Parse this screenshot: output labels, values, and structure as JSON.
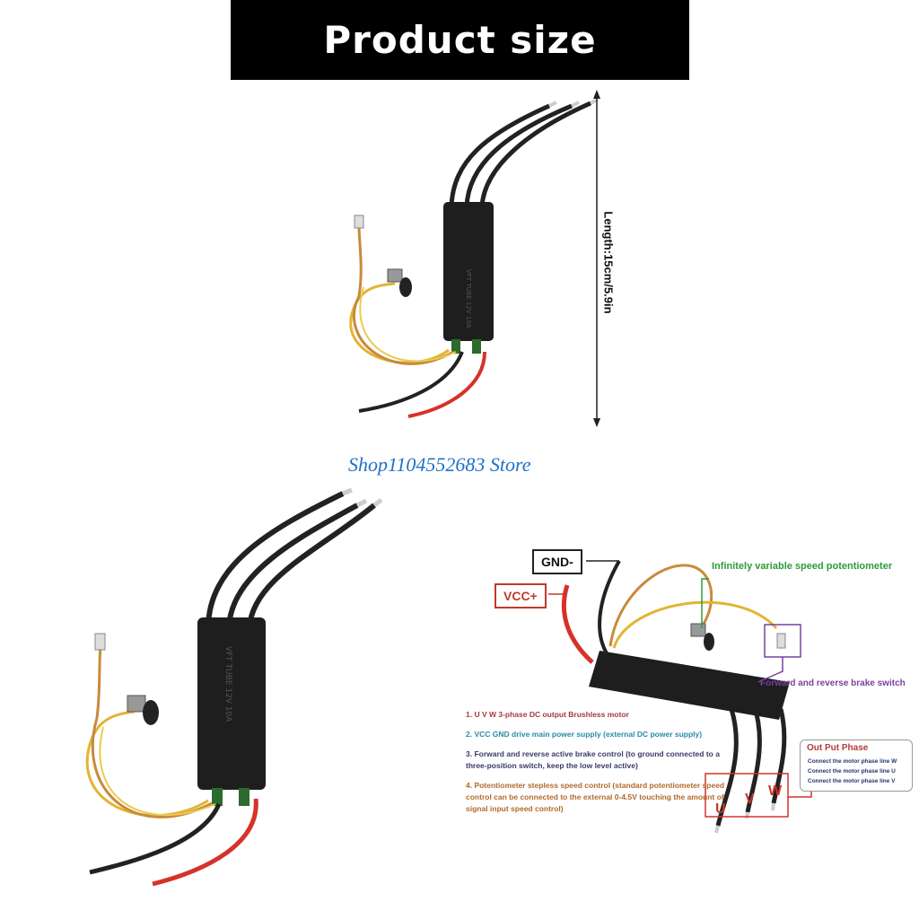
{
  "header": {
    "title": "Product size"
  },
  "dimension": {
    "length_label": "Length:15cm/5.9in"
  },
  "watermark": "Shop1104552683 Store",
  "wiring": {
    "gnd_label": "GND-",
    "vcc_label": "VCC+",
    "potentiometer_label": "Infinitely variable speed potentiometer",
    "brake_switch_label": "Forward and reverse brake switch",
    "phase_letters": [
      "U",
      "V",
      "W"
    ],
    "notes": [
      "1. U V W 3-phase DC output Brushless motor",
      "2. VCC GND drive main power supply (external DC power supply)",
      "3. Forward and reverse active brake control (to ground connected to a three-position switch, keep the low level active)",
      "4. Potentiometer stepless speed control (standard potentiometer speed control can be connected to the external 0-4.5V touching the amount of signal input speed control)"
    ],
    "output_phase": {
      "title": "Out Put Phase",
      "lines": [
        "Connect the motor phase line W",
        "Connect the motor phase line U",
        "Connect the motor phase line V"
      ]
    }
  },
  "colors": {
    "banner_bg": "#000000",
    "watermark": "#1e72c8",
    "vcc": "#c0392b",
    "potentiometer_label": "#2e9a3a",
    "brake_label": "#7b3fa0"
  }
}
